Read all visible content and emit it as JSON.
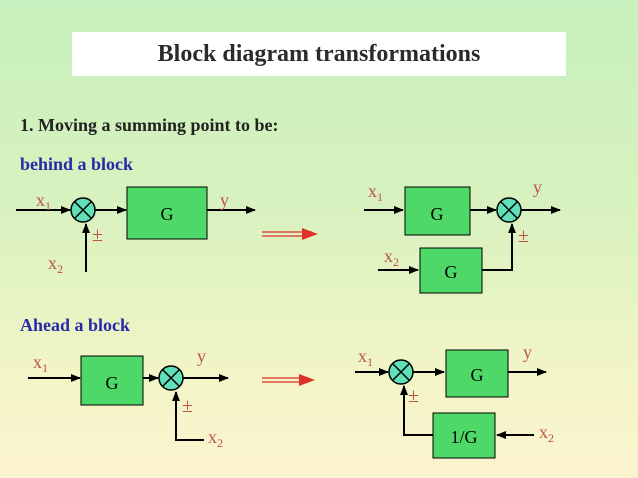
{
  "title": "Block diagram transformations",
  "subtitle": "1. Moving a summing point to be:",
  "behind_label": "behind a block",
  "ahead_label": "Ahead a block",
  "labels": {
    "x": "x",
    "sub1": "1",
    "sub2": "2",
    "y": "y",
    "G": "G",
    "inv_G": "1/G",
    "pm": "±"
  },
  "colors": {
    "block_fill": "#4dd868",
    "signal_label": "#c0504d",
    "arrow": "#e0302a",
    "heading_blue": "#2a2aa8"
  }
}
